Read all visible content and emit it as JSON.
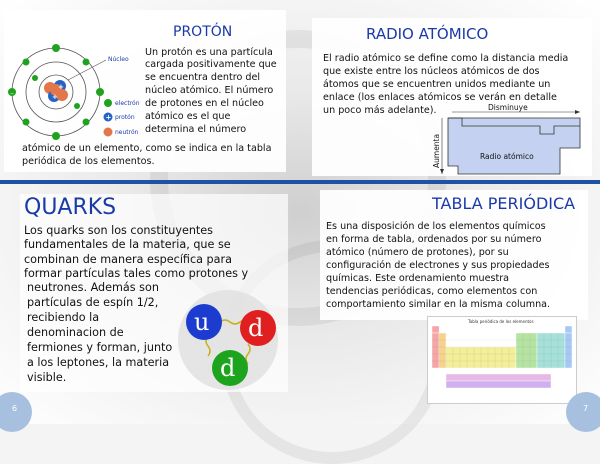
{
  "proton": {
    "title": "PROTÓN",
    "lines": [
      "Un protón es una partícula",
      "cargada positivamente que",
      "se encuentra dentro del",
      "núcleo atómico. El número",
      "de protones en el núcleo",
      "atómico es el que",
      "determina el número"
    ],
    "lines_full": [
      "atómico de un elemento, como se indica en la tabla",
      "periódica de los elementos."
    ],
    "diagram": {
      "nucleus_label": "Núcleo",
      "legend": [
        "electrón",
        "protón",
        "neutrón"
      ]
    }
  },
  "radio": {
    "title": "RADIO ATÓMICO",
    "lines": [
      "El radio atómico se define como la distancia media",
      "que existe entre los núcleos atómicos de dos",
      "átomos que se encuentren unidos mediante un",
      "enlace (los enlaces atómicos se verán en detalle",
      "un poco más adelante)."
    ],
    "diagram": {
      "top_label": "Disminuye",
      "side_label": "Aumenta",
      "center_label": "Radio atómico"
    }
  },
  "quarks": {
    "title": "QUARKS",
    "lines_full": [
      "Los quarks son los constituyentes",
      "fundamentales de la materia, que se",
      "combinan de manera específica para",
      "formar partículas tales como protones y"
    ],
    "lines_short": [
      "neutrones. Además son",
      "partículas de espín 1/2,",
      "recibiendo la",
      "denominacion de",
      "fermiones y forman, junto",
      "a los leptones, la materia",
      "visible."
    ],
    "diagram": {
      "q1": "u",
      "q2": "d",
      "q3": "d"
    }
  },
  "tabla": {
    "title": "TABLA PERIÓDICA",
    "lines": [
      "Es una disposición de los elementos químicos",
      "en forma de tabla, ordenados por su número",
      "atómico (número de protones), por su",
      "configuración de electrones y sus propiedades",
      "químicas. Este ordenamiento muestra",
      "tendencias periódicas, como elementos con",
      "comportamiento similar en la misma columna."
    ],
    "image_caption": "Tabla periódica de los elementos"
  },
  "pages": {
    "left": "6",
    "right": "7"
  },
  "colors": {
    "heading": "#1a3aa8",
    "divider": "#1f52a5",
    "red": "#e02020",
    "green": "#1ea31e",
    "blue": "#1b3ccf"
  }
}
